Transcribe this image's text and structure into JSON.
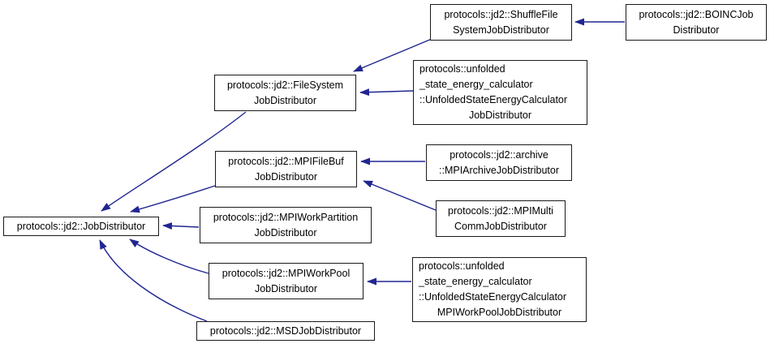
{
  "diagram": {
    "type": "inheritance-graph",
    "colors": {
      "background": "#ffffff",
      "node_fill": "#ffffff",
      "node_border": "#1a1a1a",
      "text": "#000000",
      "arrow": "#212690"
    },
    "nodes": {
      "job_distributor": {
        "lines": [
          "protocols::jd2::JobDistributor"
        ]
      },
      "file_system": {
        "lines": [
          "protocols::jd2::FileSystem",
          "JobDistributor"
        ]
      },
      "mpi_file_buf": {
        "lines": [
          "protocols::jd2::MPIFileBuf",
          "JobDistributor"
        ]
      },
      "mpi_work_partition": {
        "lines": [
          "protocols::jd2::MPIWorkPartition",
          "JobDistributor"
        ]
      },
      "mpi_work_pool": {
        "lines": [
          "protocols::jd2::MPIWorkPool",
          "JobDistributor"
        ]
      },
      "msd": {
        "lines": [
          "protocols::jd2::MSDJobDistributor"
        ]
      },
      "shuffle_file": {
        "lines": [
          "protocols::jd2::ShuffleFile",
          "SystemJobDistributor"
        ]
      },
      "boinc": {
        "lines": [
          "protocols::jd2::BOINCJob",
          "Distributor"
        ]
      },
      "unfolded_jd": {
        "lines": [
          "protocols::unfolded",
          "_state_energy_calculator",
          "::UnfoldedStateEnergyCalculator",
          "JobDistributor"
        ]
      },
      "archive": {
        "lines": [
          "protocols::jd2::archive",
          "::MPIArchiveJobDistributor"
        ]
      },
      "mpi_multi": {
        "lines": [
          "protocols::jd2::MPIMulti",
          "CommJobDistributor"
        ]
      },
      "unfolded_wp": {
        "lines": [
          "protocols::unfolded",
          "_state_energy_calculator",
          "::UnfoldedStateEnergyCalculator",
          "MPIWorkPoolJobDistributor"
        ]
      }
    },
    "edges": [
      {
        "from": "protocols::jd2::BOINCJobDistributor",
        "to": "protocols::jd2::ShuffleFileSystemJobDistributor"
      },
      {
        "from": "protocols::jd2::ShuffleFileSystemJobDistributor",
        "to": "protocols::jd2::FileSystemJobDistributor"
      },
      {
        "from": "protocols::unfolded_state_energy_calculator::UnfoldedStateEnergyCalculatorJobDistributor",
        "to": "protocols::jd2::FileSystemJobDistributor"
      },
      {
        "from": "protocols::jd2::FileSystemJobDistributor",
        "to": "protocols::jd2::JobDistributor"
      },
      {
        "from": "protocols::jd2::archive::MPIArchiveJobDistributor",
        "to": "protocols::jd2::MPIFileBufJobDistributor"
      },
      {
        "from": "protocols::jd2::MPIMultiCommJobDistributor",
        "to": "protocols::jd2::MPIFileBufJobDistributor"
      },
      {
        "from": "protocols::jd2::MPIFileBufJobDistributor",
        "to": "protocols::jd2::JobDistributor"
      },
      {
        "from": "protocols::jd2::MPIWorkPartitionJobDistributor",
        "to": "protocols::jd2::JobDistributor"
      },
      {
        "from": "protocols::unfolded_state_energy_calculator::UnfoldedStateEnergyCalculatorMPIWorkPoolJobDistributor",
        "to": "protocols::jd2::MPIWorkPoolJobDistributor"
      },
      {
        "from": "protocols::jd2::MPIWorkPoolJobDistributor",
        "to": "protocols::jd2::JobDistributor"
      },
      {
        "from": "protocols::jd2::MSDJobDistributor",
        "to": "protocols::jd2::JobDistributor"
      }
    ]
  }
}
